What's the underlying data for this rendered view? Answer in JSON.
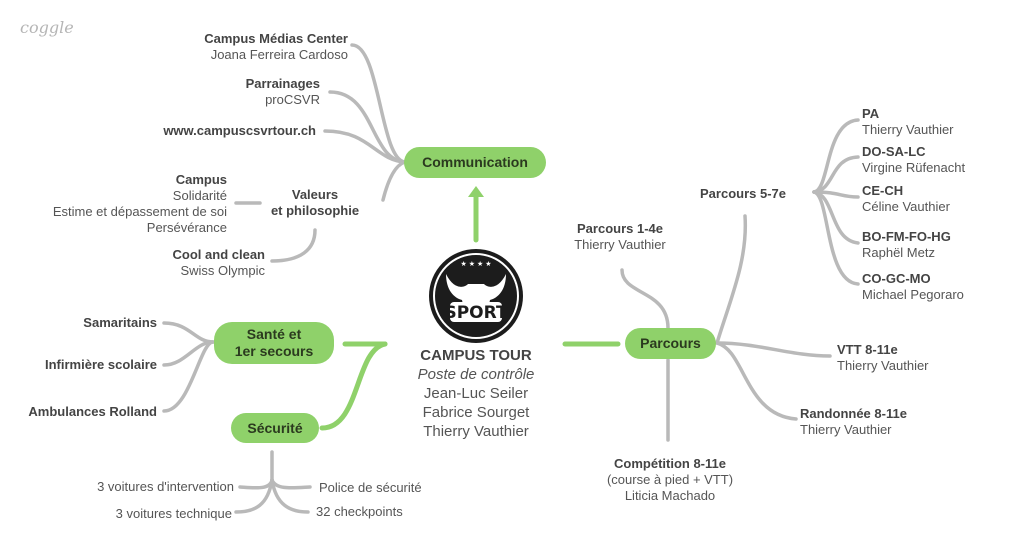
{
  "brand": "coggle",
  "center": {
    "title": "CAMPUS TOUR",
    "subtitle": "Poste de contrôle",
    "names": [
      "Jean-Luc Seiler",
      "Fabrice Sourget",
      "Thierry Vauthier"
    ],
    "logo_text": "SPORT",
    "logo_icon": "bull-head-icon"
  },
  "branches": {
    "communication": "Communication",
    "sante": [
      "Santé et",
      "1er secours"
    ],
    "securite": "Sécurité",
    "parcours": "Parcours"
  },
  "communication": {
    "campus_medias": {
      "title": "Campus Médias Center",
      "sub": "Joana Ferreira Cardoso"
    },
    "parrainages": {
      "title": "Parrainages",
      "sub": "proCSVR"
    },
    "website": "www.campuscsvrtour.ch",
    "valeurs": {
      "title": [
        "Valeurs",
        "et philosophie"
      ]
    },
    "campus": {
      "title": "Campus",
      "lines": [
        "Solidarité",
        "Estime et dépassement de soi",
        "Persévérance"
      ]
    },
    "cool": {
      "title": "Cool and clean",
      "sub": "Swiss Olympic"
    }
  },
  "sante": {
    "items": [
      "Samaritains",
      "Infirmière scolaire",
      "Ambulances Rolland"
    ]
  },
  "securite": {
    "items": [
      "3 voitures d'intervention",
      "3 voitures technique",
      "Police de sécurité",
      "32 checkpoints"
    ]
  },
  "parcours": {
    "p14": {
      "title": "Parcours 1-4e",
      "sub": "Thierry Vauthier"
    },
    "p57": {
      "title": "Parcours 5-7e"
    },
    "p57_items": [
      {
        "title": "PA",
        "sub": "Thierry Vauthier"
      },
      {
        "title": "DO-SA-LC",
        "sub": "Virgine Rüfenacht"
      },
      {
        "title": "CE-CH",
        "sub": "Céline Vauthier"
      },
      {
        "title": "BO-FM-FO-HG",
        "sub": "Raphël Metz"
      },
      {
        "title": "CO-GC-MO",
        "sub": "Michael Pegoraro"
      }
    ],
    "vtt": {
      "title": "VTT 8-11e",
      "sub": "Thierry Vauthier"
    },
    "rando": {
      "title": "Randonnée 8-11e",
      "sub": "Thierry Vauthier"
    },
    "competition": {
      "title": "Compétition 8-11e",
      "lines": [
        "(course à pied + VTT)",
        "Liticia Machado"
      ]
    }
  },
  "colors": {
    "branch": "#8fd16a",
    "line": "#b9b9b9",
    "accent_line": "#8fd16a"
  }
}
